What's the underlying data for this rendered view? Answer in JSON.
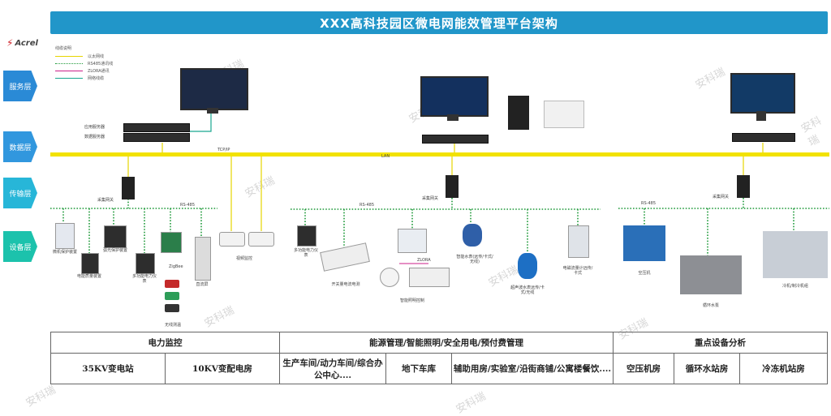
{
  "title": "XXX高科技园区微电网能效管理平台架构",
  "logo": "Acrel",
  "watermark": "安科瑞",
  "layers": [
    {
      "label": "服务层",
      "color": "#2a8ad6"
    },
    {
      "label": "数据层",
      "color": "#3197de"
    },
    {
      "label": "传输层",
      "color": "#27b6d8"
    },
    {
      "label": "设备层",
      "color": "#1cc2ac"
    }
  ],
  "legend": {
    "title": "线缆说明",
    "items": [
      {
        "label": "以太网线",
        "color": "#e6d400"
      },
      {
        "label": "RS485通讯线",
        "color": "#1f9a3a"
      },
      {
        "label": "ZLORA通讯",
        "color": "#cc1f8a"
      },
      {
        "label": "网络线缆",
        "color": "#19a78f"
      }
    ]
  },
  "bus": {
    "tcpip": "TCP/IP",
    "lan": "LAN"
  },
  "servers": {
    "app": "应用服务器",
    "db": "数据服务器"
  },
  "gateways": {
    "left": "采集网关",
    "mid": "采集网关",
    "right": "采集网关"
  },
  "rs485": {
    "left": "RS-485",
    "mid": "RS-485",
    "right": "RS-485",
    "lora": "ZLORA"
  },
  "devices_left": {
    "d1": "微机保护装置",
    "d2": "电能质量装置",
    "d3": "弧光保护装置",
    "d4": "多功能电力仪表",
    "d5": "无线测温",
    "d6": "直流屏",
    "zigbee": "ZigBee",
    "cam": "视频监控"
  },
  "devices_mid": {
    "m1": "多功能电力仪表",
    "m2": "开关量电流电测",
    "m3": "智能照明控制",
    "m4": "智能水表(远传/卡式/无线)",
    "m5": "超声波水表远传/卡式/无线",
    "m6": "电磁流量计远传/卡式"
  },
  "devices_right": {
    "r1": "空压机",
    "r2": "循环水泵",
    "r3": "冷机/制冷机组"
  },
  "table": {
    "headers": [
      "电力监控",
      "能源管理/智能照明/安全用电/预付费管理",
      "重点设备分析"
    ],
    "cells": [
      "35KV变电站",
      "10KV变配电房",
      "生产车间/动力车间/综合办公中心....",
      "地下车库",
      "辅助用房/实验室/沿街商铺/公寓楼餐饮....",
      "空压机房",
      "循环水站房",
      "冷冻机站房"
    ]
  }
}
